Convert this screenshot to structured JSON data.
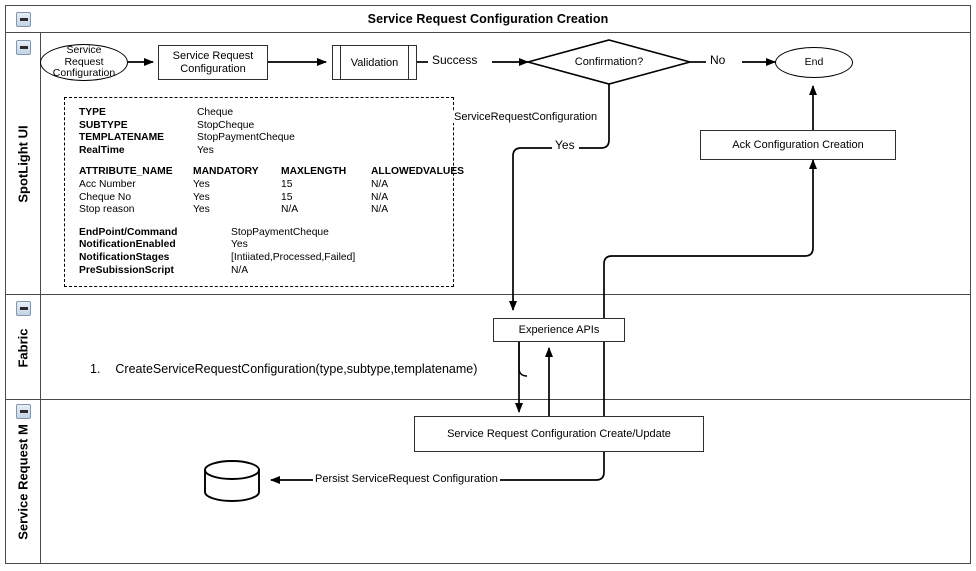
{
  "pool": {
    "title": "Service Request Configuration Creation",
    "collapse_icon": "minus-icon"
  },
  "lanes": [
    {
      "id": "spotlight-ui",
      "label": "SpotLight UI",
      "collapse_icon": "minus-icon"
    },
    {
      "id": "fabric",
      "label": "Fabric",
      "collapse_icon": "minus-icon"
    },
    {
      "id": "service-request-ms",
      "label": "Service Request M",
      "collapse_icon": "minus-icon"
    }
  ],
  "nodes": {
    "start": {
      "label": "Service",
      "label2": "Request",
      "label3": "Configuration"
    },
    "srconfig": {
      "line1": "Service Request",
      "line2": "Configuration"
    },
    "validation": {
      "label": "Validation"
    },
    "confirmation": {
      "label": "Confirmation?"
    },
    "end": {
      "label": "End"
    },
    "ack": {
      "label": "Ack Configuration Creation"
    },
    "experience_apis": {
      "label": "Experience APIs"
    },
    "create_update": {
      "label": "Service Request Configuration Create/Update"
    },
    "database": {
      "label": "database-cylinder"
    }
  },
  "edge_labels": {
    "success": "Success",
    "no": "No",
    "yes": "Yes",
    "service_request_configuration": "ServiceRequestConfiguration",
    "persist": "Persist ServiceRequest Configuration"
  },
  "fabric_list": {
    "number": "1.",
    "text": "CreateServiceRequestConfiguration(type,subtype,templatename)"
  },
  "detail": {
    "properties": [
      {
        "key": "TYPE",
        "value": "Cheque"
      },
      {
        "key": "SUBTYPE",
        "value": "StopCheque"
      },
      {
        "key": "TEMPLATENAME",
        "value": "StopPaymentCheque"
      },
      {
        "key": "RealTime",
        "value": "Yes"
      }
    ],
    "table": {
      "headers": [
        "ATTRIBUTE_NAME",
        "MANDATORY",
        "MAXLENGTH",
        "ALLOWEDVALUES"
      ],
      "rows": [
        [
          "Acc Number",
          "Yes",
          "15",
          "N/A"
        ],
        [
          "Cheque No",
          "Yes",
          "15",
          "N/A"
        ],
        [
          "Stop reason",
          "Yes",
          "N/A",
          "N/A"
        ]
      ]
    },
    "footer": [
      {
        "key": "EndPoint/Command",
        "value": "StopPaymentCheque"
      },
      {
        "key": "NotificationEnabled",
        "value": "Yes"
      },
      {
        "key": "NotificationStages",
        "value": "[Intiiated,Processed,Failed]"
      },
      {
        "key": "PreSubissionScript",
        "value": "N/A"
      }
    ]
  },
  "colors": {
    "stroke": "#000000",
    "frame": "#4a4a4a",
    "icon_border": "#8196b1",
    "background": "#ffffff"
  }
}
